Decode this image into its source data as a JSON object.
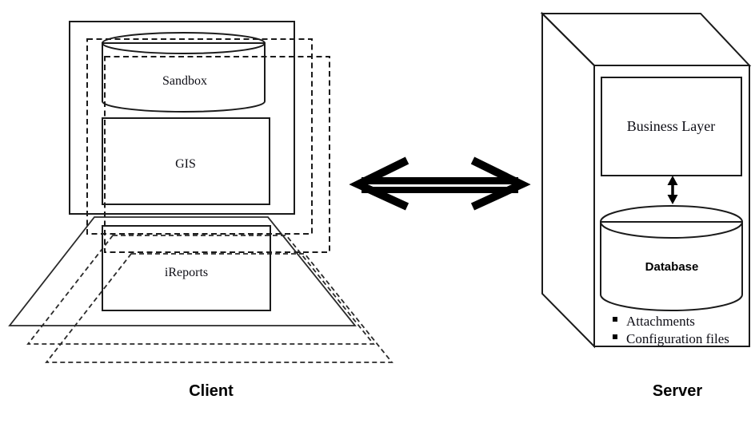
{
  "client": {
    "label": "Client",
    "sandbox_label": "Sandbox",
    "gis_label": "GIS",
    "ireports_label": "iReports"
  },
  "server": {
    "label": "Server",
    "business_layer_label": "Business Layer",
    "database_label": "Database",
    "bullets": [
      "Attachments",
      "Configuration files"
    ]
  },
  "colors": {
    "stroke": "#1b1b1b",
    "arrow": "#000000",
    "client_fill": "#ededed",
    "trapezoid_front_fill": "#ececec",
    "trapezoid_mid_fill": "#f1f1f1",
    "trapezoid_back_fill": "#f7f7f7",
    "back_window_fill": "#fdfdfd",
    "server_top_fill": "#cccccc",
    "shape_fill": "#ffffff"
  }
}
